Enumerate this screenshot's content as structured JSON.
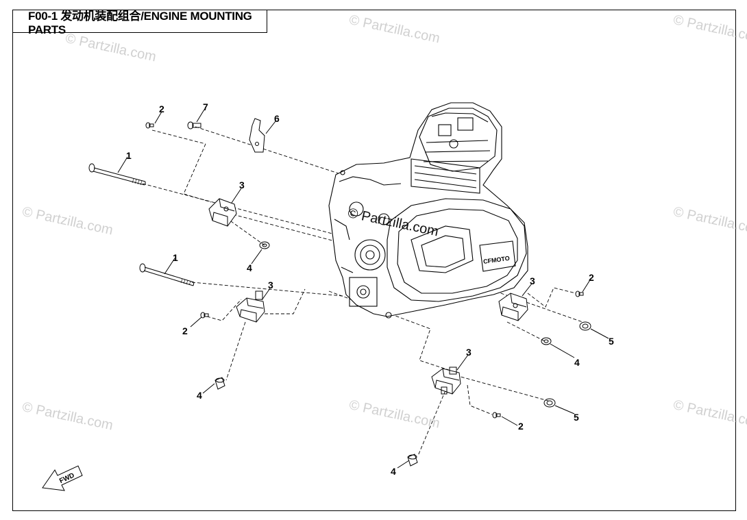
{
  "title": "F00-1 发动机装配组合/ENGINE MOUNTING PARTS",
  "watermark": "© Partzilla.com",
  "engine_brand": "CFMOTO",
  "fwd_label": "FWD",
  "callouts": {
    "c1a": "1",
    "c1b": "1",
    "c2a": "2",
    "c2b": "2",
    "c2c": "2",
    "c2d": "2",
    "c3a": "3",
    "c3b": "3",
    "c3c": "3",
    "c3d": "3",
    "c4a": "4",
    "c4b": "4",
    "c4c": "4",
    "c4d": "4",
    "c5a": "5",
    "c5b": "5",
    "c6": "6",
    "c7": "7"
  },
  "colors": {
    "line": "#000000",
    "watermark": "#969696"
  }
}
